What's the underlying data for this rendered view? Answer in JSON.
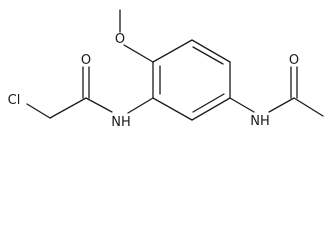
{
  "molecule": {
    "atoms": {
      "o_methoxy": "O",
      "o_chloroacetyl": "O",
      "o_acetyl": "O",
      "cl": "Cl",
      "nh_chloroacetamide": "NH",
      "nh_acetamide": "NH"
    },
    "colors": {
      "line": "#1a1a1a",
      "background": "#ffffff"
    }
  }
}
